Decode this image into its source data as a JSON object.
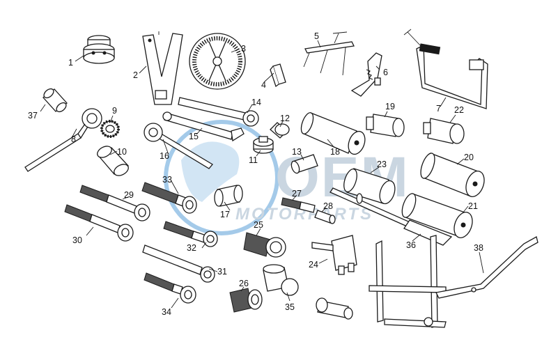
{
  "watermark": {
    "brand": "OEM",
    "tagline": "MOTORPARTS",
    "globe_color": "#5aa0d8",
    "text_color": "#9fb6c9"
  },
  "callouts": [
    "1",
    "2",
    "3",
    "4",
    "5",
    "6",
    "7",
    "8",
    "9",
    "10",
    "11",
    "12",
    "13",
    "14",
    "15",
    "16",
    "17",
    "18",
    "19",
    "20",
    "21",
    "22",
    "23",
    "24",
    "25",
    "26",
    "27",
    "28",
    "29",
    "30",
    "31",
    "32",
    "33",
    "34",
    "35",
    "36",
    "37",
    "38"
  ]
}
